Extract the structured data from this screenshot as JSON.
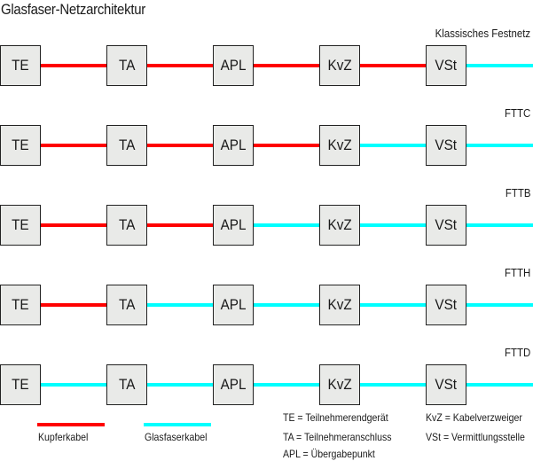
{
  "title": "Glasfaser-Netzarchitektur",
  "colors": {
    "copper": "#ff0000",
    "fiber": "#00ffff"
  },
  "nodes": [
    "TE",
    "TA",
    "APL",
    "KvZ",
    "VSt"
  ],
  "rows": [
    {
      "label": "Klassisches Festnetz",
      "segments": [
        "copper",
        "copper",
        "copper",
        "copper",
        "fiber"
      ]
    },
    {
      "label": "FTTC",
      "segments": [
        "copper",
        "copper",
        "copper",
        "fiber",
        "fiber"
      ]
    },
    {
      "label": "FTTB",
      "segments": [
        "copper",
        "copper",
        "fiber",
        "fiber",
        "fiber"
      ]
    },
    {
      "label": "FTTH",
      "segments": [
        "copper",
        "fiber",
        "fiber",
        "fiber",
        "fiber"
      ]
    },
    {
      "label": "FTTD",
      "segments": [
        "fiber",
        "fiber",
        "fiber",
        "fiber",
        "fiber"
      ]
    }
  ],
  "legend": {
    "copper_label": "Kupferkabel",
    "fiber_label": "Glasfaserkabel",
    "abbreviations": [
      "TE = Teilnehmerendgerät",
      "TA = Teilnehmeranschluss",
      "APL = Übergabepunkt",
      "KvZ = Kabelverzweiger",
      "VSt = Vermittlungsstelle"
    ]
  }
}
